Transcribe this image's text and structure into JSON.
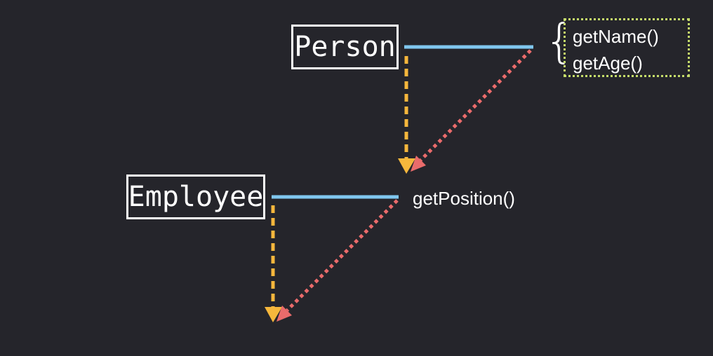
{
  "diagram": {
    "classes": {
      "person": "Person",
      "employee": "Employee"
    },
    "person_methods": [
      "getName()",
      "getAge()"
    ],
    "employee_methods": [
      "getPosition()"
    ],
    "brace": "{"
  },
  "colors": {
    "background": "#25252b",
    "method_line": "#80c7ef",
    "prototype_arrow": "#f6b73c",
    "lookup_arrow": "#ea6b6b",
    "highlight_box": "#c5dc6a",
    "text": "#ffffff"
  }
}
